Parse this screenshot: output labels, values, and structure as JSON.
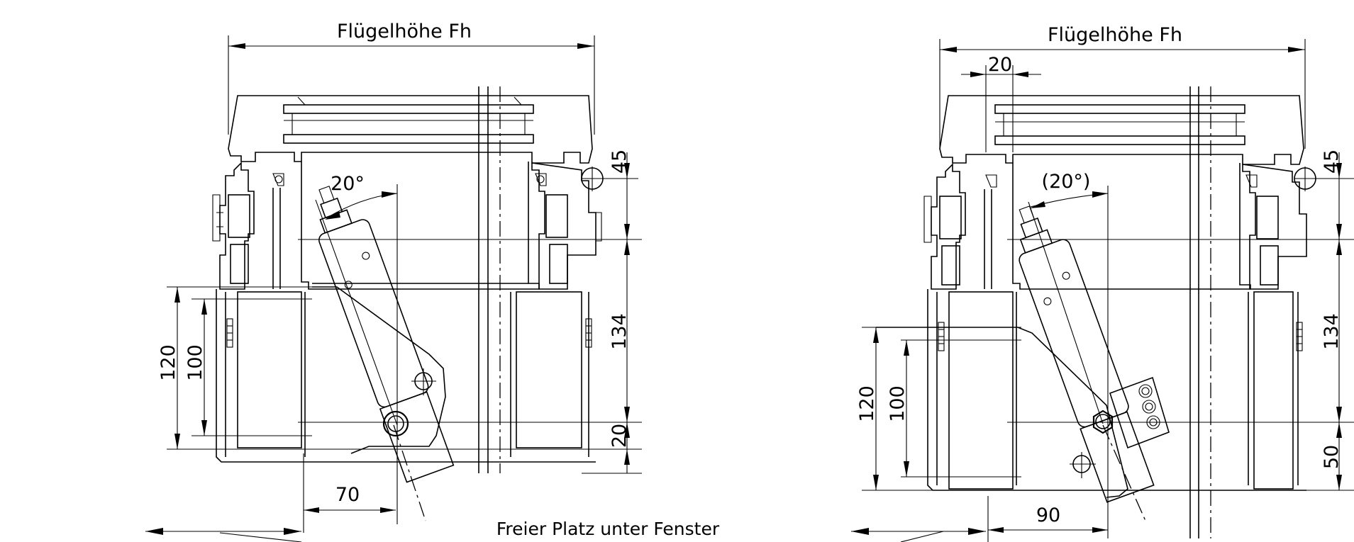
{
  "left_view": {
    "width_label": "Flügelhöhe Fh",
    "angle_label": "20°",
    "dim_45": "45",
    "dim_134": "134",
    "dim_20": "20",
    "dim_120": "120",
    "dim_100": "100",
    "dim_70": "70"
  },
  "right_view": {
    "width_label": "Flügelhöhe Fh",
    "offset_label": "20",
    "angle_label": "(20°)",
    "dim_45": "45",
    "dim_134": "134",
    "dim_50": "50",
    "dim_120": "120",
    "dim_100": "100",
    "dim_90": "90"
  },
  "note": "Freier Platz unter Fenster"
}
